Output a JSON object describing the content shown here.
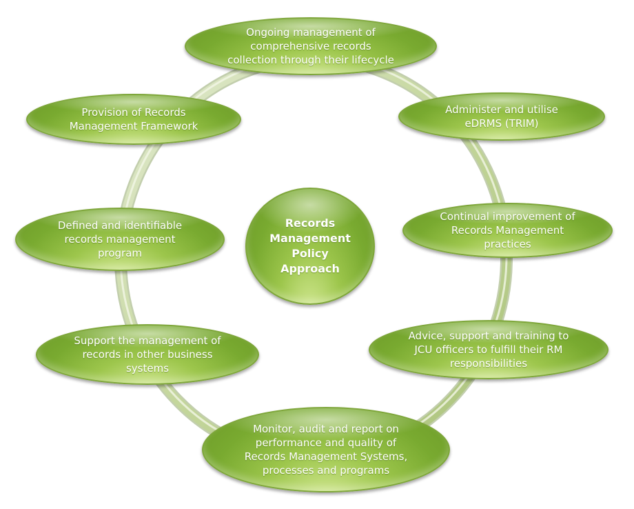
{
  "diagram": {
    "center": "Records\nManagement\nPolicy\nApproach",
    "nodes": [
      {
        "id": "top",
        "label": "Ongoing management of\ncomprehensive records\ncollection through their lifecycle"
      },
      {
        "id": "right-top",
        "label": "Administer and utilise\neDRMS (TRIM)"
      },
      {
        "id": "right-mid",
        "label": "Continual improvement of\nRecords Management\npractices"
      },
      {
        "id": "right-bottom",
        "label": "Advice, support and training to\nJCU officers to fulfill their RM\nresponsibilities"
      },
      {
        "id": "bottom",
        "label": "Monitor, audit and report on\nperformance and quality of\nRecords Management Systems,\nprocesses and programs"
      },
      {
        "id": "left-bottom",
        "label": "Support the management of\nrecords in other business\nsystems"
      },
      {
        "id": "left-mid",
        "label": "Defined and identifiable\nrecords management\nprogram"
      },
      {
        "id": "left-top",
        "label": "Provision of Records\nManagement  Framework"
      }
    ],
    "colors": {
      "node_fill": "#8fbe45",
      "node_border": "#7ea63a",
      "ring": "#c9d9a6",
      "text": "#ffffff"
    }
  }
}
